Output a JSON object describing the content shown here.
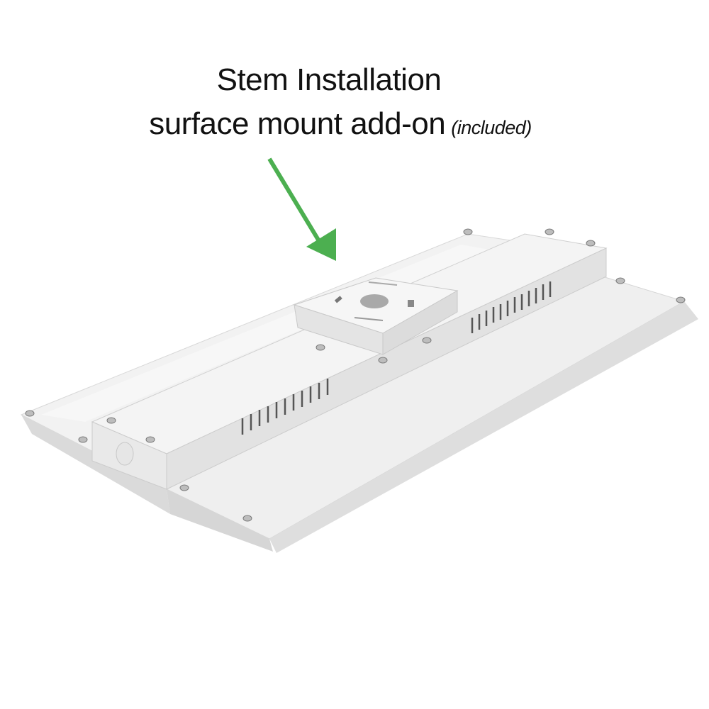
{
  "caption": {
    "line1": "Stem Installation",
    "line2": "surface mount add-on",
    "note": "(included)"
  },
  "arrow": {
    "color": "#4caf50",
    "icon": "arrow-down-right"
  },
  "product": {
    "name": "LED linear high bay fixture",
    "part": "surface mount bracket",
    "body_color": "#ececec",
    "shadow_color": "#cfcfcf"
  }
}
